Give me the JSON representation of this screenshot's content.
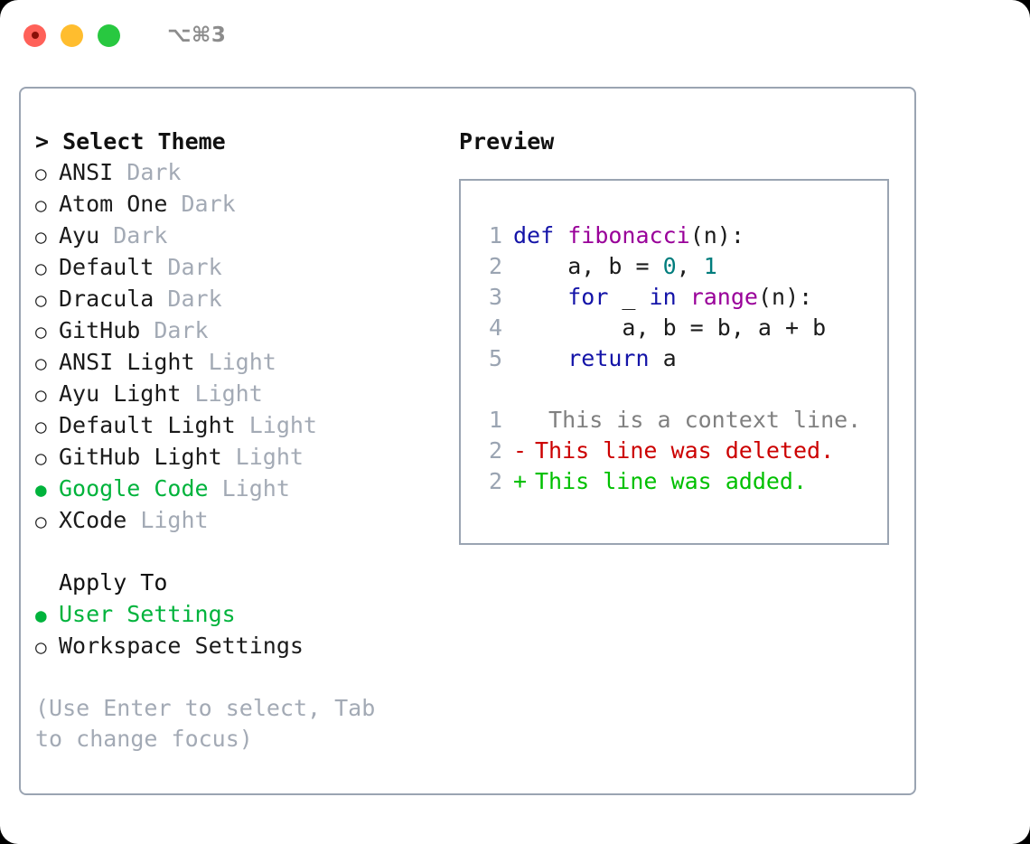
{
  "titlebar": {
    "shortcut": "⌥⌘3",
    "buttons": [
      {
        "name": "close",
        "color": "#ff6159"
      },
      {
        "name": "minimize",
        "color": "#ffbd2e"
      },
      {
        "name": "maximize",
        "color": "#28c840"
      }
    ]
  },
  "accent_color": "#00b33c",
  "left": {
    "theme_header": "> Select Theme",
    "themes": [
      {
        "label": "ANSI",
        "kind": "Dark",
        "selected": false
      },
      {
        "label": "Atom One",
        "kind": "Dark",
        "selected": false
      },
      {
        "label": "Ayu",
        "kind": "Dark",
        "selected": false
      },
      {
        "label": "Default",
        "kind": "Dark",
        "selected": false
      },
      {
        "label": "Dracula",
        "kind": "Dark",
        "selected": false
      },
      {
        "label": "GitHub",
        "kind": "Dark",
        "selected": false
      },
      {
        "label": "ANSI Light",
        "kind": "Light",
        "selected": false
      },
      {
        "label": "Ayu Light",
        "kind": "Light",
        "selected": false
      },
      {
        "label": "Default Light",
        "kind": "Light",
        "selected": false
      },
      {
        "label": "GitHub Light",
        "kind": "Light",
        "selected": false
      },
      {
        "label": "Google Code",
        "kind": "Light",
        "selected": true
      },
      {
        "label": "XCode",
        "kind": "Light",
        "selected": false
      }
    ],
    "apply_to_header": "Apply To",
    "apply_to": [
      {
        "label": "User Settings",
        "selected": true
      },
      {
        "label": "Workspace Settings",
        "selected": false
      }
    ],
    "hint": "(Use Enter to select, Tab to change focus)",
    "bullet_selected": "●",
    "bullet_unselected": "○"
  },
  "right": {
    "preview_title": "Preview",
    "code_lines": [
      {
        "n": "1",
        "tokens": [
          {
            "t": "def",
            "c": "kw"
          },
          {
            "t": " ",
            "c": "plain"
          },
          {
            "t": "fibonacci",
            "c": "fn"
          },
          {
            "t": "(n):",
            "c": "plain"
          }
        ]
      },
      {
        "n": "2",
        "tokens": [
          {
            "t": "    a, b = ",
            "c": "plain"
          },
          {
            "t": "0",
            "c": "num"
          },
          {
            "t": ", ",
            "c": "plain"
          },
          {
            "t": "1",
            "c": "num"
          }
        ]
      },
      {
        "n": "3",
        "tokens": [
          {
            "t": "    ",
            "c": "plain"
          },
          {
            "t": "for",
            "c": "kw"
          },
          {
            "t": " _ ",
            "c": "plain"
          },
          {
            "t": "in",
            "c": "kw"
          },
          {
            "t": " ",
            "c": "plain"
          },
          {
            "t": "range",
            "c": "fn"
          },
          {
            "t": "(n):",
            "c": "plain"
          }
        ]
      },
      {
        "n": "4",
        "tokens": [
          {
            "t": "        a, b = b, a + b",
            "c": "plain"
          }
        ]
      },
      {
        "n": "5",
        "tokens": [
          {
            "t": "    ",
            "c": "plain"
          },
          {
            "t": "return",
            "c": "kw"
          },
          {
            "t": " a",
            "c": "plain"
          }
        ]
      }
    ],
    "diff_lines": [
      {
        "n": "1",
        "marker": " ",
        "text": " This is a context line.",
        "type": "context"
      },
      {
        "n": "2",
        "marker": "-",
        "text": "This line was deleted.",
        "type": "del"
      },
      {
        "n": "2",
        "marker": "+",
        "text": "This line was added.",
        "type": "add"
      }
    ],
    "syntax_colors": {
      "keyword": "#1414a8",
      "function": "#990099",
      "number": "#007d7d",
      "plain": "#1b1b1b",
      "line_number": "#9aa4b2",
      "diff_context": "#808080",
      "diff_deleted": "#cc0000",
      "diff_added": "#00c000"
    }
  }
}
